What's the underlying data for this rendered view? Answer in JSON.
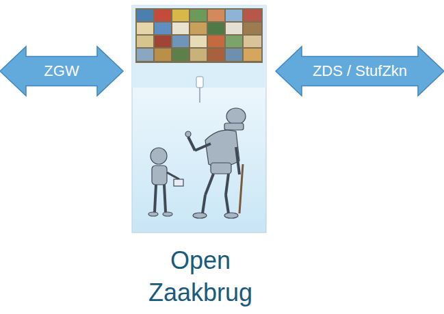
{
  "diagram": {
    "nodes": [
      {
        "text": [
          "ZGW"
        ]
      },
      {
        "text": [
          "Open Zaakbrug"
        ]
      },
      {
        "text": [
          "ZDS / StufZkn"
        ]
      }
    ]
  }
}
